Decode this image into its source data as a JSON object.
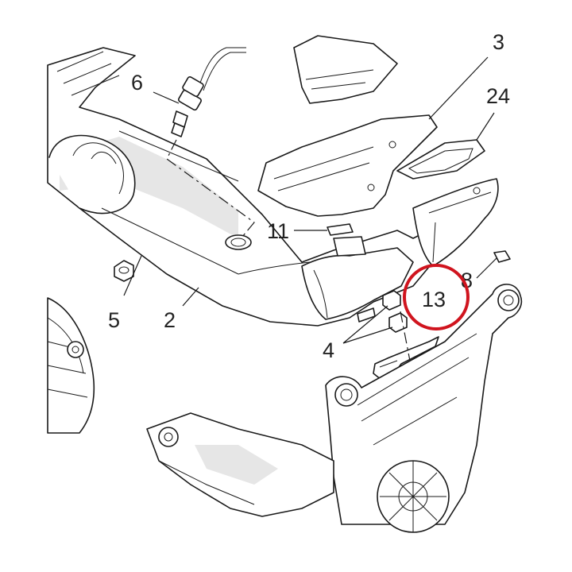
{
  "callouts": {
    "c6": "6",
    "c24": "24",
    "c11": "11",
    "c5": "5",
    "c2": "2",
    "c4": "4",
    "c8": "8",
    "c13": "13",
    "c3": "3"
  },
  "colors": {
    "highlight": "#d0141e",
    "line": "#1a1a1a",
    "background": "#ffffff"
  }
}
